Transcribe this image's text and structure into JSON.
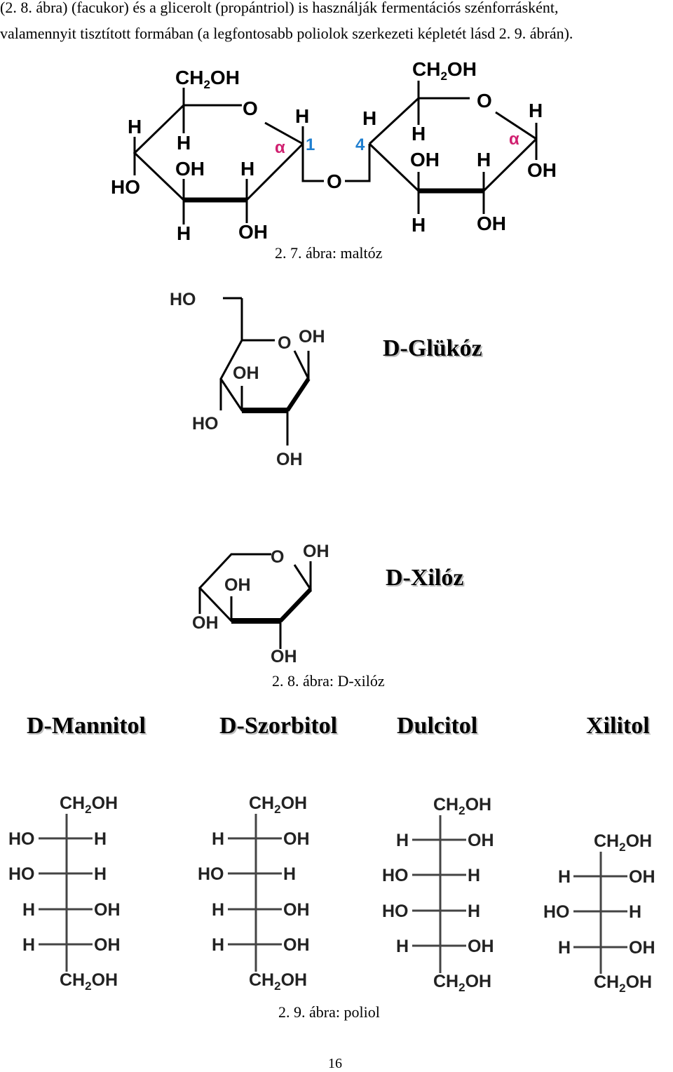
{
  "intro": {
    "line1": "(2. 8. ábra) (facukor) és a glicerolt (propántriol) is használják fermentációs szénforrásként,",
    "line2": "valamennyit tisztított formában (a legfontosabb poliolok szerkezeti képletét lásd 2. 9. ábrán)."
  },
  "maltose": {
    "caption": "2. 7. ábra: maltóz",
    "labels": {
      "ch2oh": "CH",
      "two": "2",
      "oh": "OH",
      "o": "O",
      "h": "H",
      "ho": "HO",
      "alpha": "α",
      "c1": "1",
      "c4": "4"
    }
  },
  "monosaccharides": {
    "glucose_title": "D-Glükóz",
    "xylose_title": "D-Xilóz",
    "caption": "2. 8. ábra: D-xilóz"
  },
  "polyols": {
    "titles": [
      "D-Mannitol",
      "D-Szorbitol",
      "Dulcitol",
      "Xilitol"
    ],
    "caption": "2. 9. ábra: poliol"
  },
  "page_number": "16"
}
